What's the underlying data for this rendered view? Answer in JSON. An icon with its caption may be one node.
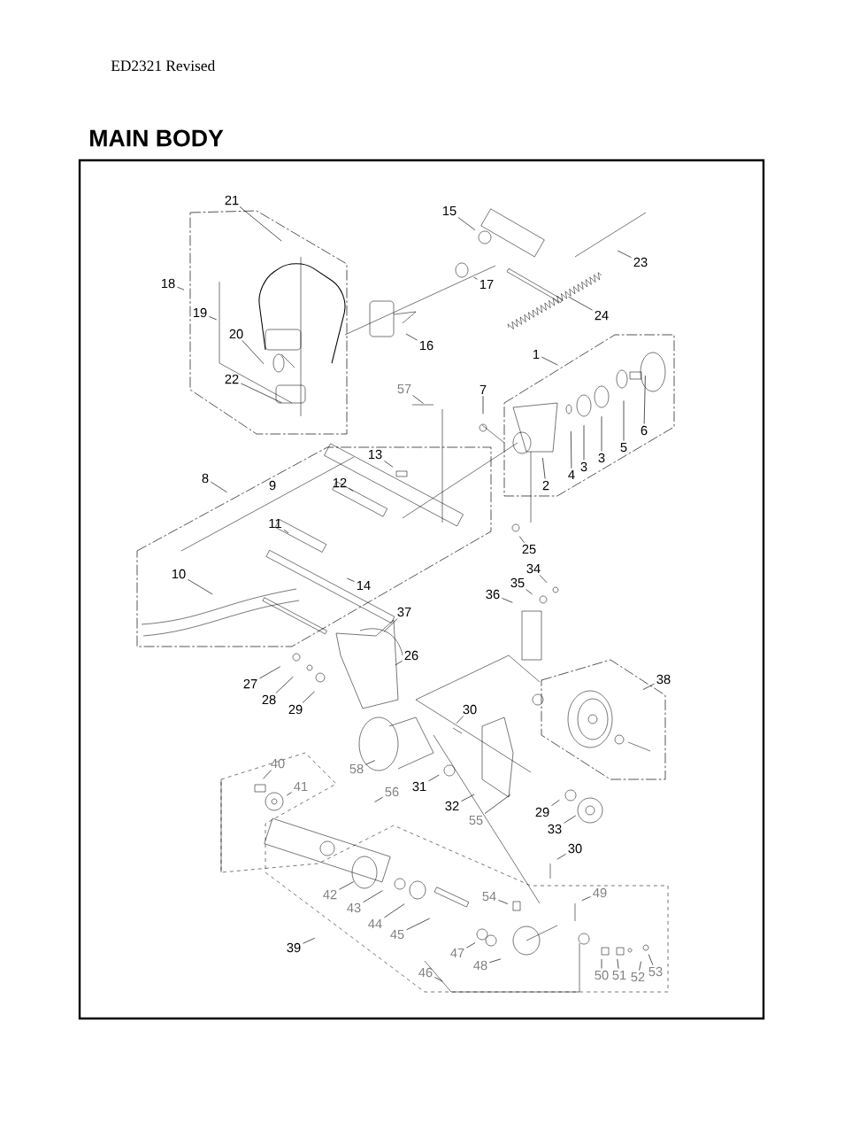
{
  "diagram": {
    "title": "MAIN BODY",
    "nodes": [
      {
        "text": [
          "21"
        ]
      },
      {
        "text": [
          "18"
        ]
      },
      {
        "text": [
          "19"
        ]
      },
      {
        "text": [
          "20"
        ]
      },
      {
        "text": [
          "22"
        ]
      },
      {
        "text": [
          "15"
        ]
      },
      {
        "text": [
          "23"
        ]
      },
      {
        "text": [
          "17"
        ]
      },
      {
        "text": [
          "24"
        ]
      },
      {
        "text": [
          "16"
        ]
      },
      {
        "text": [
          "1"
        ]
      },
      {
        "text": [
          "57"
        ]
      },
      {
        "text": [
          "7"
        ]
      },
      {
        "text": [
          "2"
        ]
      },
      {
        "text": [
          "4"
        ]
      },
      {
        "text": [
          "3"
        ]
      },
      {
        "text": [
          "3"
        ]
      },
      {
        "text": [
          "5"
        ]
      },
      {
        "text": [
          "6"
        ]
      },
      {
        "text": [
          "25"
        ]
      },
      {
        "text": [
          "13"
        ]
      },
      {
        "text": [
          "12"
        ]
      },
      {
        "text": [
          "8"
        ]
      },
      {
        "text": [
          "11"
        ]
      },
      {
        "text": [
          "10"
        ]
      },
      {
        "text": [
          "14"
        ]
      },
      {
        "text": [
          "34"
        ]
      },
      {
        "text": [
          "35"
        ]
      },
      {
        "text": [
          "36"
        ]
      },
      {
        "text": [
          "37"
        ]
      },
      {
        "text": [
          "26"
        ]
      },
      {
        "text": [
          "27"
        ]
      },
      {
        "text": [
          "28"
        ]
      },
      {
        "text": [
          "29"
        ]
      },
      {
        "text": [
          "38"
        ]
      },
      {
        "text": [
          "30"
        ]
      },
      {
        "text": [
          "58"
        ]
      },
      {
        "text": [
          "31"
        ]
      },
      {
        "text": [
          "32"
        ]
      },
      {
        "text": [
          "55"
        ]
      },
      {
        "text": [
          "29"
        ]
      },
      {
        "text": [
          "33"
        ]
      },
      {
        "text": [
          "40"
        ]
      },
      {
        "text": [
          "41"
        ]
      },
      {
        "text": [
          "56"
        ]
      },
      {
        "text": [
          "39"
        ]
      },
      {
        "text": [
          "42"
        ]
      },
      {
        "text": [
          "43"
        ]
      },
      {
        "text": [
          "44"
        ]
      },
      {
        "text": [
          "45"
        ]
      },
      {
        "text": [
          "30"
        ]
      },
      {
        "text": [
          "54"
        ]
      },
      {
        "text": [
          "49"
        ]
      },
      {
        "text": [
          "47"
        ]
      },
      {
        "text": [
          "48"
        ]
      },
      {
        "text": [
          "46"
        ]
      },
      {
        "text": [
          "50"
        ]
      },
      {
        "text": [
          "51"
        ]
      },
      {
        "text": [
          "52"
        ]
      },
      {
        "text": [
          "53"
        ]
      }
    ],
    "edges": [
      {
        "from": 0,
        "to": null,
        "arrow": "none"
      },
      {
        "from": 1,
        "to": null,
        "arrow": "none"
      },
      {
        "from": 2,
        "to": null,
        "arrow": "none"
      },
      {
        "from": 3,
        "to": null,
        "arrow": "none"
      },
      {
        "from": 4,
        "to": null,
        "arrow": "none"
      },
      {
        "from": 5,
        "to": null,
        "arrow": "none"
      },
      {
        "from": 6,
        "to": null,
        "arrow": "none"
      },
      {
        "from": 7,
        "to": null,
        "arrow": "none"
      },
      {
        "from": 8,
        "to": null,
        "arrow": "none"
      },
      {
        "from": 9,
        "to": null,
        "arrow": "none"
      },
      {
        "from": 10,
        "to": null,
        "arrow": "none"
      },
      {
        "from": 11,
        "to": null,
        "arrow": "none"
      },
      {
        "from": 12,
        "to": null,
        "arrow": "none"
      },
      {
        "from": 13,
        "to": null,
        "arrow": "none"
      },
      {
        "from": 14,
        "to": null,
        "arrow": "none"
      },
      {
        "from": 15,
        "to": null,
        "arrow": "none"
      },
      {
        "from": 16,
        "to": null,
        "arrow": "none"
      },
      {
        "from": 17,
        "to": null,
        "arrow": "none"
      },
      {
        "from": 18,
        "to": null,
        "arrow": "none"
      },
      {
        "from": 19,
        "to": null,
        "arrow": "none"
      },
      {
        "from": 20,
        "to": null,
        "arrow": "none"
      },
      {
        "from": 21,
        "to": null,
        "arrow": "none"
      },
      {
        "from": 22,
        "to": null,
        "arrow": "none"
      },
      {
        "from": 23,
        "to": null,
        "arrow": "none"
      },
      {
        "from": 24,
        "to": null,
        "arrow": "none"
      },
      {
        "from": 25,
        "to": null,
        "arrow": "none"
      },
      {
        "from": 26,
        "to": null,
        "arrow": "none"
      },
      {
        "from": 27,
        "to": null,
        "arrow": "none"
      },
      {
        "from": 28,
        "to": null,
        "arrow": "none"
      },
      {
        "from": 29,
        "to": null,
        "arrow": "none"
      },
      {
        "from": 30,
        "to": null,
        "arrow": "none"
      },
      {
        "from": 31,
        "to": null,
        "arrow": "none"
      },
      {
        "from": 32,
        "to": null,
        "arrow": "none"
      },
      {
        "from": 33,
        "to": null,
        "arrow": "none"
      },
      {
        "from": 34,
        "to": null,
        "arrow": "none"
      },
      {
        "from": 35,
        "to": null,
        "arrow": "none"
      },
      {
        "from": 36,
        "to": null,
        "arrow": "none"
      },
      {
        "from": 37,
        "to": null,
        "arrow": "none"
      },
      {
        "from": 38,
        "to": null,
        "arrow": "none"
      },
      {
        "from": 39,
        "to": null,
        "arrow": "none"
      },
      {
        "from": 40,
        "to": null,
        "arrow": "none"
      },
      {
        "from": 41,
        "to": null,
        "arrow": "none"
      },
      {
        "from": 42,
        "to": null,
        "arrow": "none"
      },
      {
        "from": 43,
        "to": null,
        "arrow": "none"
      },
      {
        "from": 44,
        "to": null,
        "arrow": "none"
      },
      {
        "from": 45,
        "to": null,
        "arrow": "none"
      },
      {
        "from": 46,
        "to": null,
        "arrow": "none"
      },
      {
        "from": 47,
        "to": null,
        "arrow": "none"
      },
      {
        "from": 48,
        "to": null,
        "arrow": "none"
      },
      {
        "from": 49,
        "to": null,
        "arrow": "none"
      },
      {
        "from": 50,
        "to": null,
        "arrow": "none"
      },
      {
        "from": 51,
        "to": null,
        "arrow": "none"
      },
      {
        "from": 52,
        "to": null,
        "arrow": "none"
      },
      {
        "from": 53,
        "to": null,
        "arrow": "none"
      },
      {
        "from": 54,
        "to": null,
        "arrow": "none"
      },
      {
        "from": 55,
        "to": null,
        "arrow": "none"
      },
      {
        "from": 56,
        "to": null,
        "arrow": "none"
      },
      {
        "from": 57,
        "to": null,
        "arrow": "none"
      },
      {
        "from": 58,
        "to": null,
        "arrow": "none"
      },
      {
        "from": 59,
        "to": null,
        "arrow": "none"
      }
    ],
    "labels": [
      "ED2321 Revised",
      "9"
    ]
  }
}
